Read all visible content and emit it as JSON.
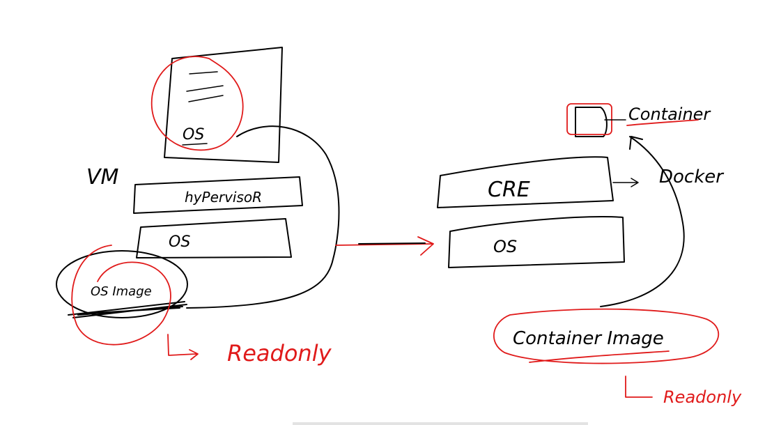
{
  "labels": {
    "vm": "VM",
    "app_os": "OS",
    "hypervisor": "hyPervisoR",
    "host_os_left": "OS",
    "os_image": "OS Image",
    "readonly_left": "Readonly",
    "cre": "CRE",
    "host_os_right": "OS",
    "container": "Container",
    "docker": "Docker",
    "container_image": "Container Image",
    "readonly_right": "Readonly"
  },
  "colors": {
    "ink": "#000000",
    "highlight": "#e01a1a"
  }
}
